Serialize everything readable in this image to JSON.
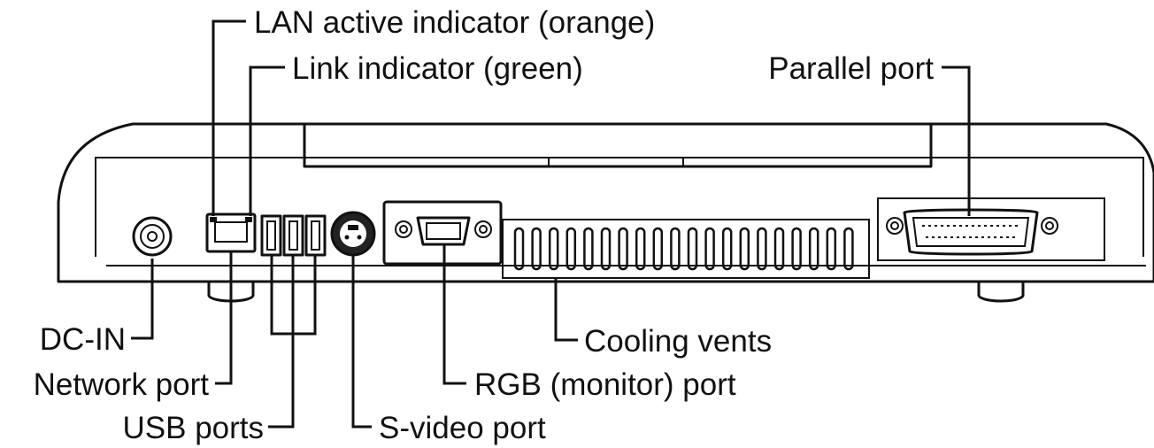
{
  "labels": {
    "lan_active_indicator": "LAN active indicator (orange)",
    "link_indicator": "Link indicator (green)",
    "parallel_port": "Parallel port",
    "dc_in": "DC-IN",
    "network_port": "Network port",
    "usb_ports": "USB ports",
    "s_video_port": "S-video port",
    "rgb_port": "RGB (monitor) port",
    "cooling_vents": "Cooling vents"
  },
  "colors": {
    "line": "#111111",
    "background": "#ffffff"
  }
}
